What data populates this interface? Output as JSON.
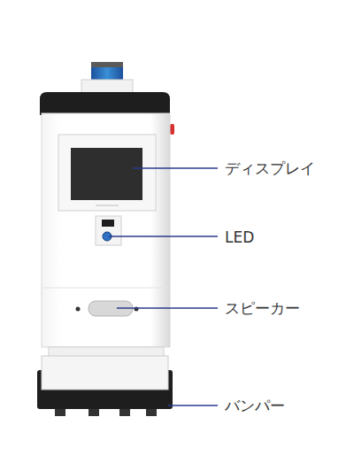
{
  "diagram": {
    "labels": [
      "ディスプレイ",
      "LED",
      "スピーカー",
      "バンパー"
    ]
  }
}
